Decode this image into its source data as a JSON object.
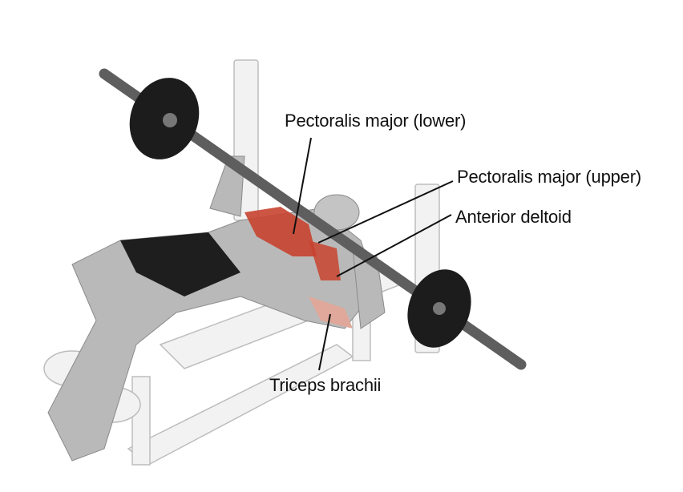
{
  "labels": {
    "pec_lower": "Pectoralis major (lower)",
    "pec_upper": "Pectoralis major (upper)",
    "anterior_deltoid": "Anterior deltoid",
    "triceps": "Triceps brachii"
  },
  "colors": {
    "muscle_highlight": "#c8432f",
    "muscle_secondary": "#e0a89a",
    "body": "#b9b9b9",
    "shorts": "#1e1e1e",
    "bench": "#efefef",
    "bar": "#6a6a6a",
    "plate": "#1c1c1c"
  }
}
